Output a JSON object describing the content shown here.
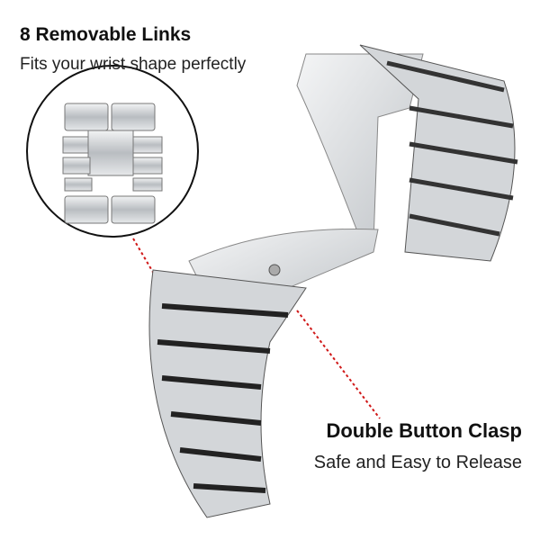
{
  "links_callout": {
    "title": "8 Removable Links",
    "subtitle": "Fits your wrist shape perfectly"
  },
  "clasp_callout": {
    "title": "Double Button Clasp",
    "subtitle": "Safe and Easy to Release"
  },
  "colors": {
    "callout_line": "#d01818",
    "metal": "#c9cccf",
    "metal_dark": "#5a5e63"
  }
}
